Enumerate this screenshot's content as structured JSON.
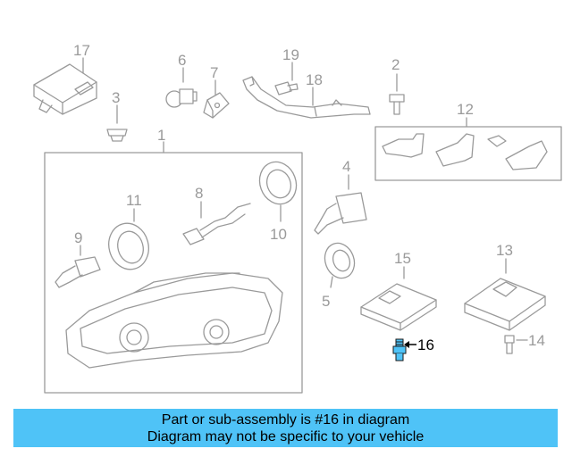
{
  "labels": {
    "l1": "1",
    "l2": "2",
    "l3": "3",
    "l4": "4",
    "l5": "5",
    "l6": "6",
    "l7": "7",
    "l8": "8",
    "l9": "9",
    "l10": "10",
    "l11": "11",
    "l12": "12",
    "l13": "13",
    "l14": "14",
    "l15": "15",
    "l16": "16",
    "l17": "17",
    "l18": "18",
    "l19": "19"
  },
  "highlight": {
    "color": "#4fc3f7"
  },
  "banner": {
    "line1": "Part or sub-assembly is #16 in diagram",
    "line2": "Diagram may not be specific to your vehicle"
  }
}
